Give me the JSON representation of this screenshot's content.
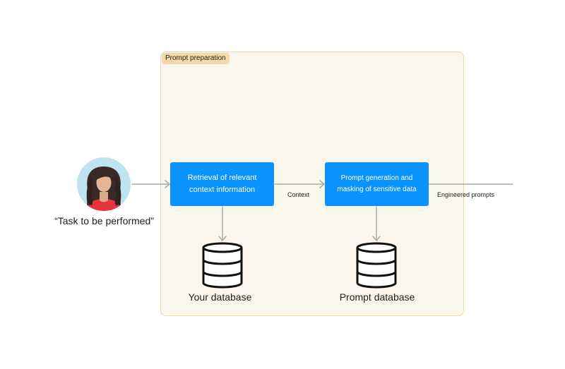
{
  "diagram": {
    "group": {
      "label": "Prompt preparation"
    },
    "actor": {
      "caption": "“Task to be performed”"
    },
    "steps": [
      {
        "label": "Retrieval of relevant\ncontext information"
      },
      {
        "label": "Prompt generation and\nmasking of sensitive data"
      }
    ],
    "edges": {
      "context": "Context",
      "engineered": "Engineered prompts"
    },
    "databases": [
      {
        "label": "Your database"
      },
      {
        "label": "Prompt database"
      }
    ]
  },
  "colors": {
    "process_fill": "#0a92ff",
    "group_fill": "#fcf7ec",
    "group_border": "#f3d7a6",
    "group_label_bg": "#f6d9a8",
    "arrow": "#a9a9a9",
    "avatar_bg": "#bfe3f1",
    "shirt": "#e9333a"
  },
  "icons": [
    "person-avatar-icon",
    "database-icon"
  ]
}
